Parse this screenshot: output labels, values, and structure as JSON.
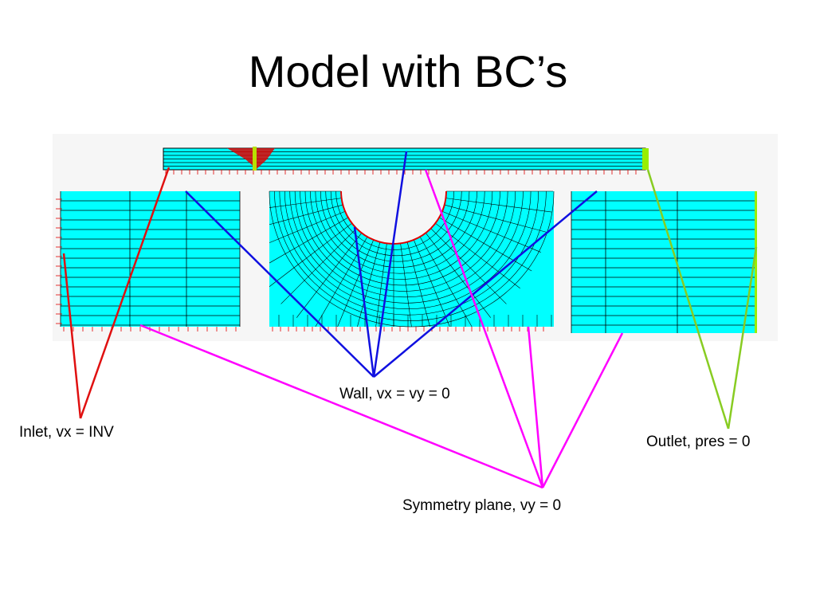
{
  "title": "Model with BC’s",
  "labels": {
    "inlet": "Inlet, vx = INV",
    "wall": "Wall, vx = vy = 0",
    "outlet": "Outlet, pres = 0",
    "symmetry": "Symmetry plane, vy = 0"
  },
  "colors": {
    "mesh_fill": "#00ffff",
    "mesh_line": "#000000",
    "inlet_leader": "#e01010",
    "wall_leader": "#1010e0",
    "outlet_leader": "#88cc22",
    "symmetry_leader": "#ff00ff",
    "bc_arrow": "#e00000",
    "outlet_marker": "#99ee00"
  }
}
